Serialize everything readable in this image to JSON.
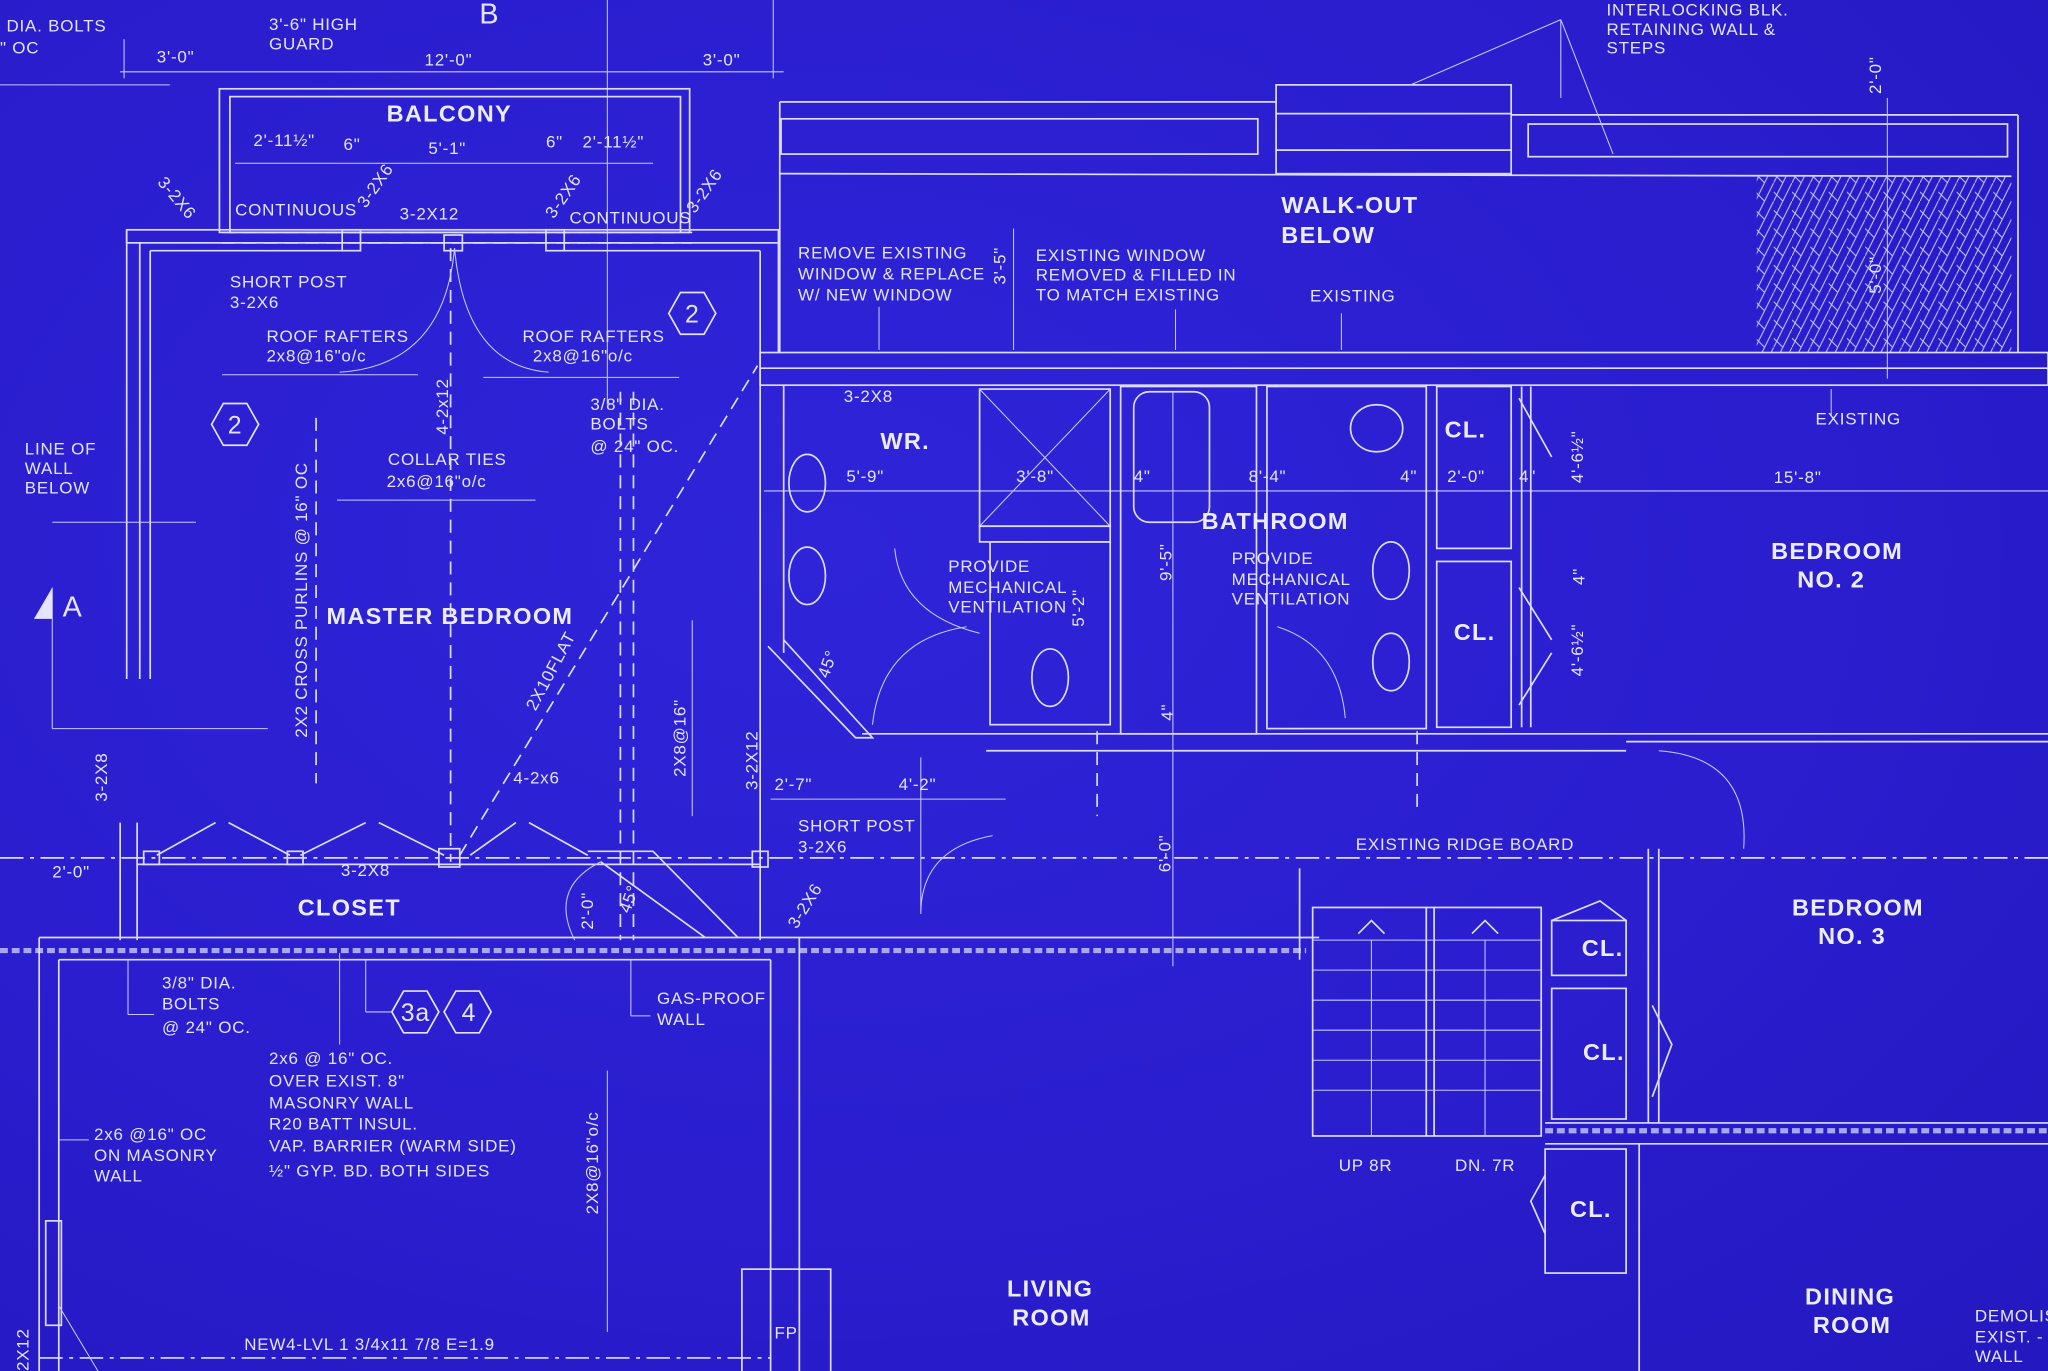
{
  "colors": {
    "background": "#2a1ecf",
    "lines": "#dcdcff"
  },
  "grid_markers": {
    "b": "B",
    "a": "A"
  },
  "top_left": {
    "bolts": "DIA. BOLTS",
    "oc": "\" OC",
    "guard_1": "3'-6\" HIGH",
    "guard_2": "GUARD"
  },
  "dims": {
    "d_3_0_left": "3'-0\"",
    "d_12_0": "12'-0\"",
    "d_3_0_right": "3'-0\"",
    "d_2_11_left": "2'-11½\"",
    "d_6_left": "6\"",
    "d_5_1": "5'-1\"",
    "d_6_right": "6\"",
    "d_2_11_right": "2'-11½\"",
    "d_3_5": "3'-5\"",
    "d_2_0_top": "2'-0\"",
    "d_5_0": "5'-0\"",
    "d_15_8": "15'-8\"",
    "d_5_9": "5'-9\"",
    "d_3_8": "3'-8\"",
    "d_4a": "4\"",
    "d_8_4": "8'-4\"",
    "d_4b": "4\"",
    "d_2_0_cl": "2'-0\"",
    "d_4c": "4\"",
    "d_4_6a": "4'-6½\"",
    "d_4_6b": "4'-6½\"",
    "d_4d": "4\"",
    "d_5_2": "5'-2\"",
    "d_9_5": "9'-5\"",
    "d_4e": "4\"",
    "d_2_7": "2'-7\"",
    "d_4_2": "4'-2\"",
    "d_6_0": "6'-0\"",
    "d_2_0_left": "2'-0\"",
    "d_2_0_closet": "2'-0\"",
    "angle_1": "45°",
    "angle_2": "45°"
  },
  "rooms": {
    "balcony": "BALCONY",
    "master_bedroom": "MASTER BEDROOM",
    "closet": "CLOSET",
    "wr": "WR.",
    "bathroom": "BATHROOM",
    "walkout_1": "WALK-OUT",
    "walkout_2": "BELOW",
    "cl_1": "CL.",
    "cl_2": "CL.",
    "cl_3": "CL.",
    "cl_4": "CL.",
    "cl_5": "CL.",
    "bedroom2_1": "BEDROOM",
    "bedroom2_2": "NO. 2",
    "bedroom3_1": "BEDROOM",
    "bedroom3_2": "NO. 3",
    "living_1": "LIVING",
    "living_2": "ROOM",
    "dining_1": "DINING",
    "dining_2": "ROOM"
  },
  "members": {
    "m_3_2x6_a": "3-2X6",
    "continuous_a": "CONTINUOUS",
    "m_3_2x6_b": "3-2X6",
    "m_3_2x12": "3-2X12",
    "m_3_2x6_c": "3-2X6",
    "continuous_b": "CONTINUOUS",
    "m_3_2x6_d": "3-2X6",
    "m_4_2x12": "4-2x12",
    "m_2x10flat": "2X10FLAT",
    "m_2x8_16": "2X8@16\"",
    "m_3_2x12_v": "3-2X12",
    "m_4_2x6": "4-2x6",
    "m_3_2x8_v": "3-2X8",
    "m_3_2x8_closet": "3-2X8",
    "m_3_2x6_e": "3-2X6",
    "m_3_2x8_wr": "3-2X8",
    "m_2x8_16_oc": "2X8@16\"o/c",
    "m_2x12": "2X12",
    "purlins": "2X2 CROSS PURLINS @ 16\" OC",
    "fp": "FP"
  },
  "notes": {
    "short_post_1": [
      "SHORT POST",
      "3-2X6"
    ],
    "rafters_left": [
      "ROOF RAFTERS",
      "2x8@16\"o/c"
    ],
    "rafters_right": [
      "ROOF RAFTERS",
      "2x8@16\"o/c"
    ],
    "bolts_upper": [
      "3/8\" DIA.",
      "BOLTS",
      "@ 24\" OC."
    ],
    "line_of_wall": [
      "LINE OF",
      "WALL",
      "BELOW"
    ],
    "collar_ties": [
      "COLLAR TIES",
      "2x6@16\"o/c"
    ],
    "remove_window": [
      "REMOVE EXISTING",
      "WINDOW & REPLACE",
      "W/ NEW WINDOW"
    ],
    "existing_window": [
      "EXISTING WINDOW",
      "REMOVED & FILLED IN",
      "TO MATCH EXISTING"
    ],
    "existing_1": "EXISTING",
    "existing_2": "EXISTING",
    "retaining": [
      "INTERLOCKING BLK.",
      "RETAINING WALL &",
      "STEPS"
    ],
    "ventilation_1": [
      "PROVIDE",
      "MECHANICAL",
      "VENTILATION"
    ],
    "ventilation_2": [
      "PROVIDE",
      "MECHANICAL",
      "VENTILATION"
    ],
    "short_post_2": [
      "SHORT POST",
      "3-2X6"
    ],
    "ridge": "EXISTING RIDGE BOARD",
    "stairs_up": "UP 8R",
    "stairs_down": "DN. 7R",
    "bolts_lower": [
      "3/8\" DIA.",
      "BOLTS",
      "@ 24\" OC."
    ],
    "gas_proof": [
      "GAS-PROOF",
      "WALL"
    ],
    "wall_spec": [
      "2x6 @ 16\" OC.",
      "OVER EXIST. 8\"",
      "MASONRY WALL",
      "R20 BATT INSUL.",
      "VAP. BARRIER (WARM SIDE)",
      "½\" GYP. BD. BOTH SIDES"
    ],
    "masonry": [
      "2x6 @16\" OC",
      "ON MASONRY",
      "WALL"
    ],
    "demolish": [
      "DEMOLIS",
      "EXIST. -",
      "WALL"
    ],
    "lvl": "NEW4-LVL 1 3/4x11 7/8 E=1.9"
  },
  "tags": {
    "hex_a": "2",
    "hex_b": "2",
    "hex_c": "3a",
    "hex_d": "4"
  }
}
